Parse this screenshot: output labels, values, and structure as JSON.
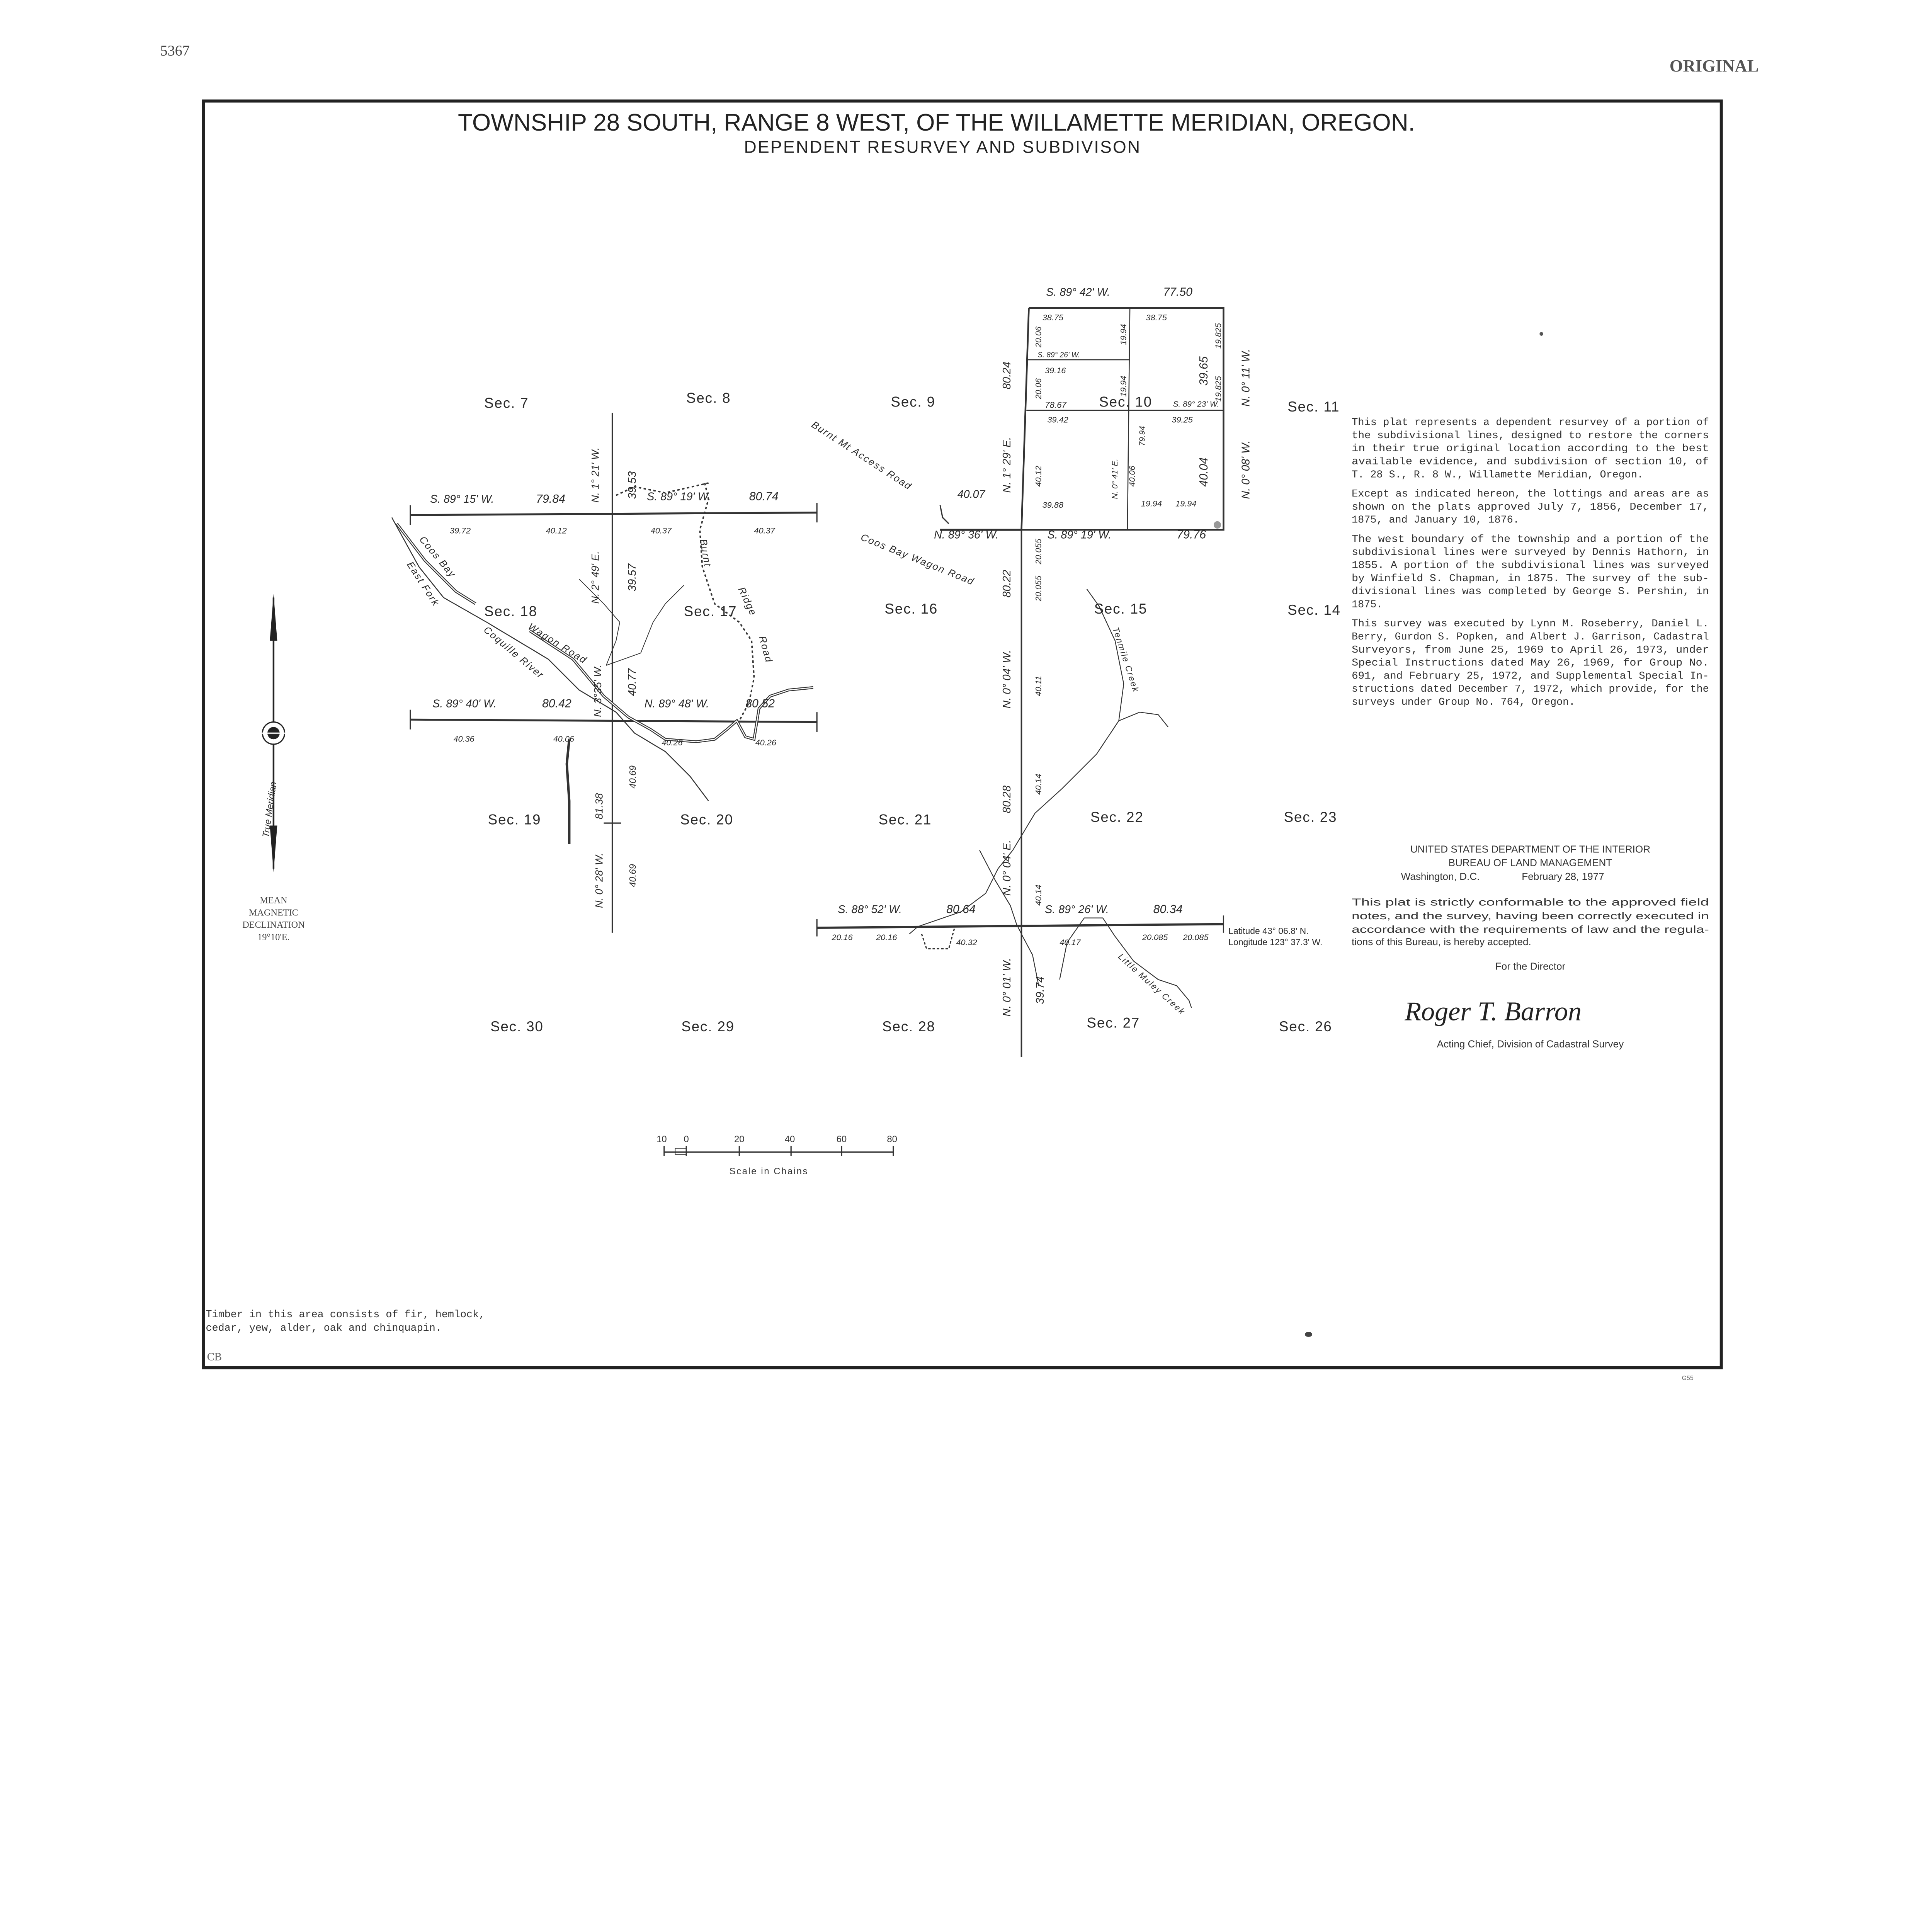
{
  "sheet_number": "5367",
  "stamp": "ORIGINAL",
  "corner_mark": "G55",
  "initials": "CB",
  "header": {
    "title": "TOWNSHIP 28 SOUTH, RANGE 8 WEST, OF THE WILLAMETTE MERIDIAN, OREGON.",
    "subtitle": "DEPENDENT RESURVEY AND SUBDIVISON"
  },
  "sections": [
    "Sec. 7",
    "Sec. 8",
    "Sec. 9",
    "Sec. 10",
    "Sec. 11",
    "Sec. 18",
    "Sec. 17",
    "Sec. 16",
    "Sec. 15",
    "Sec. 14",
    "Sec. 19",
    "Sec. 20",
    "Sec. 21",
    "Sec. 22",
    "Sec. 23",
    "Sec. 30",
    "Sec. 29",
    "Sec. 28",
    "Sec. 27",
    "Sec. 26"
  ],
  "bearings": [
    "S. 89° 15' W.",
    "79.84",
    "N. 1° 21' W.",
    "39.53",
    "S. 89° 19' W.",
    "80.74",
    "N. 2° 49' E.",
    "39.57",
    "N. 3°35' W.",
    "40.77",
    "S. 89° 40' W.",
    "80.42",
    "N. 89° 48' W.",
    "80.52",
    "81.38",
    "40.69",
    "N. 0° 28' W.",
    "40.69",
    "S. 89° 42' W.",
    "77.50",
    "80.24",
    "N. 1° 29' E.",
    "40.07",
    "N. 89° 36' W.",
    "S. 89° 19' W.",
    "79.76",
    "80.22",
    "N. 0° 04' W.",
    "80.28",
    "N. 0° 04' E.",
    "S. 88° 52' W.",
    "80.64",
    "S. 89° 26' W.",
    "80.34",
    "N. 0° 01' W.",
    "39.74",
    "39.65",
    "N. 0° 11' W.",
    "40.04",
    "N. 0° 08' W.",
    "S. 89° 26' W.",
    "S. 89° 23' W.",
    "N. 0° 41' E.",
    "78.67",
    "79.94"
  ],
  "measurements": [
    "39.72",
    "40.12",
    "40.37",
    "40.37",
    "40.36",
    "40.06",
    "40.26",
    "40.26",
    "38.75",
    "38.75",
    "20.06",
    "19.94",
    "39.16",
    "20.06",
    "19.94",
    "39.42",
    "19.825",
    "19.825",
    "39.25",
    "40.12",
    "40.06",
    "39.88",
    "19.94",
    "19.94",
    "20.055",
    "20.055",
    "40.11",
    "40.14",
    "40.14",
    "20.16",
    "20.16",
    "40.32",
    "40.17",
    "20.085",
    "20.085"
  ],
  "features": [
    "Coos Bay",
    "Wagon Road",
    "East Fork",
    "Coquille River",
    "Burnt",
    "Ridge",
    "Road",
    "Burnt Mt Access Road",
    "Coos Bay Wagon Road",
    "Tenmile Creek",
    "Little Muley Creek"
  ],
  "coordinates": {
    "latitude": "Latitude  43° 06.8' N.",
    "longitude": "Longitude  123° 37.3' W."
  },
  "declination": {
    "meridian_label": "True Meridian",
    "lines": [
      "MEAN",
      "MAGNETIC",
      "DECLINATION",
      "19°10'E."
    ]
  },
  "scale": {
    "ticks": [
      "10",
      "0",
      "20",
      "40",
      "60",
      "80"
    ],
    "label": "Scale in Chains"
  },
  "notes": [
    "This plat represents a dependent resurvey of a portion of",
    "the subdivisional lines, designed to restore the corners",
    "in their true original location according to the best",
    "available evidence, and subdivision of section 10, of",
    "T. 28 S., R. 8 W., Willamette Meridian, Oregon.",
    "",
    "Except as indicated hereon, the lottings and areas are as",
    "shown on the plats approved July 7, 1856, December 17,",
    "1875, and January 10, 1876.",
    "",
    "The west boundary of the township and a portion of the",
    "subdivisional lines were surveyed by Dennis Hathorn, in",
    "1855.  A portion of the subdivisional lines was surveyed",
    "by Winfield S. Chapman, in 1875.  The survey of the sub-",
    "divisional lines was completed by George S. Pershin, in",
    "1875.",
    "",
    "This survey was executed by Lynn M. Roseberry, Daniel L.",
    "Berry, Gurdon S. Popken, and Albert J. Garrison, Cadastral",
    "Surveyors, from June 25, 1969 to April 26, 1973, under",
    "Special Instructions dated May 26, 1969, for Group No.",
    "691, and February 25, 1972, and Supplemental Special In-",
    "structions dated December 7, 1972, which provide, for the",
    "surveys under Group No. 764, Oregon."
  ],
  "approval": {
    "agency": "UNITED STATES DEPARTMENT OF THE INTERIOR",
    "bureau": "BUREAU OF LAND MANAGEMENT",
    "place": "Washington, D.C.",
    "date": "February 28, 1977",
    "statement": [
      "This plat is strictly conformable to the approved field",
      "notes, and the survey, having been correctly executed in",
      "accordance with the requirements of law and the regula-",
      "tions of this Bureau, is hereby accepted."
    ],
    "for_line": "For the Director",
    "signature": "Roger T. Barron",
    "signer_title": "Acting Chief, Division of Cadastral Survey"
  },
  "timber_note": [
    "Timber in this area consists of fir, hemlock,",
    "cedar, yew, alder, oak and chinquapin."
  ]
}
